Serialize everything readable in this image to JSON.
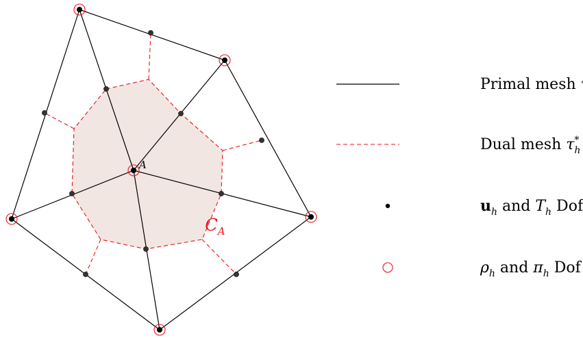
{
  "diagram": {
    "vertex_label": "A",
    "cell_label": {
      "main": "C",
      "sub": "A"
    },
    "legend": {
      "primal": {
        "text": "Primal mesh ",
        "sym": "τ",
        "sub": "h"
      },
      "dual": {
        "text": "Dual mesh ",
        "sym": "τ",
        "sub": "h",
        "sup": "*"
      },
      "u_dof": {
        "sym1": "u",
        "sub1": "h",
        "mid": " and ",
        "sym2": "T",
        "sub2": "h",
        "tail": " Dof"
      },
      "rho_dof": {
        "sym1": "ρ",
        "sub1": "h",
        "mid": " and ",
        "sym2": "π",
        "sub2": "h",
        "tail": " Dof"
      }
    },
    "colors": {
      "primal_line": "#000000",
      "dual_line": "#e8141c",
      "cell_fill": "#f1e6e2",
      "node_fill": "#222222",
      "ring": "#e8141c"
    }
  }
}
